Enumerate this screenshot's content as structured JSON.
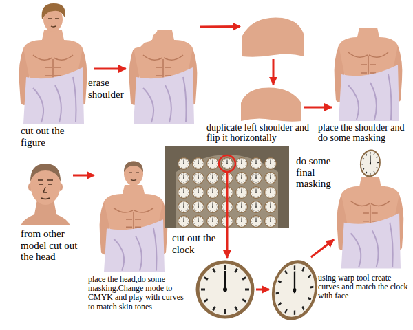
{
  "diagram": {
    "nodes": [
      {
        "text": [
          "cut out the figure"
        ]
      },
      {
        "text": [
          "erase shoulder"
        ]
      },
      {
        "text": []
      },
      {
        "text": [
          "duplicate left shoulder and flip it horizontally"
        ]
      },
      {
        "text": [
          "place the shoulder and do some masking"
        ]
      },
      {
        "text": [
          "from other model cut out the head"
        ]
      },
      {
        "text": [
          "place the head,do some masking.Change mode to CMYK and play with curves to match skin tones"
        ]
      },
      {
        "text": []
      },
      {
        "text": [
          "cut out the clock"
        ]
      },
      {
        "text": [
          "using warp tool create curves and match the clock with face"
        ]
      },
      {
        "text": [
          "do some final masking"
        ]
      }
    ],
    "edges": [
      {
        "from": 0,
        "to": 1,
        "arrow": "to"
      },
      {
        "from": 1,
        "to": 2,
        "arrow": "to"
      },
      {
        "from": 2,
        "to": 3,
        "arrow": "to"
      },
      {
        "from": 3,
        "to": 4,
        "arrow": "to"
      },
      {
        "from": 5,
        "to": 6,
        "arrow": "to"
      },
      {
        "from": 7,
        "to": 8,
        "arrow": "to"
      },
      {
        "from": 8,
        "to": 9,
        "arrow": "to"
      },
      {
        "from": 9,
        "to": 10,
        "arrow": "to"
      }
    ]
  }
}
